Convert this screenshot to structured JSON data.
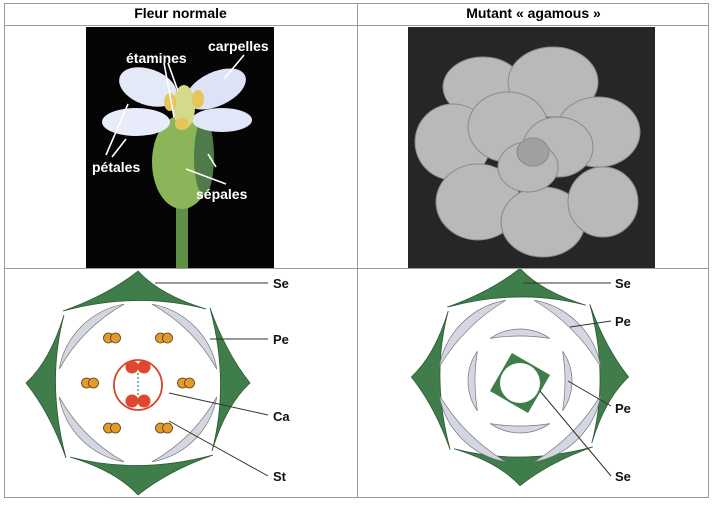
{
  "table": {
    "headers": [
      "Fleur normale",
      "Mutant « agamous »"
    ],
    "normal_photo_labels": {
      "stamens": "étamines",
      "carpels": "carpelles",
      "petals": "pétales",
      "sepals": "sépales"
    },
    "normal_diagram_labels": {
      "sepal": "Se",
      "petal": "Pe",
      "carpel": "Ca",
      "stamen": "St"
    },
    "mutant_diagram_labels": {
      "sepal_outer": "Se",
      "petal_outer": "Pe",
      "petal_inner": "Pe",
      "sepal_inner": "Se"
    }
  },
  "colors": {
    "sepal": "#3f7d4a",
    "petal": "#d4d6e2",
    "stamen": "#e39a2a",
    "carpel": "#d9432c",
    "border": "#9a9a9a"
  }
}
